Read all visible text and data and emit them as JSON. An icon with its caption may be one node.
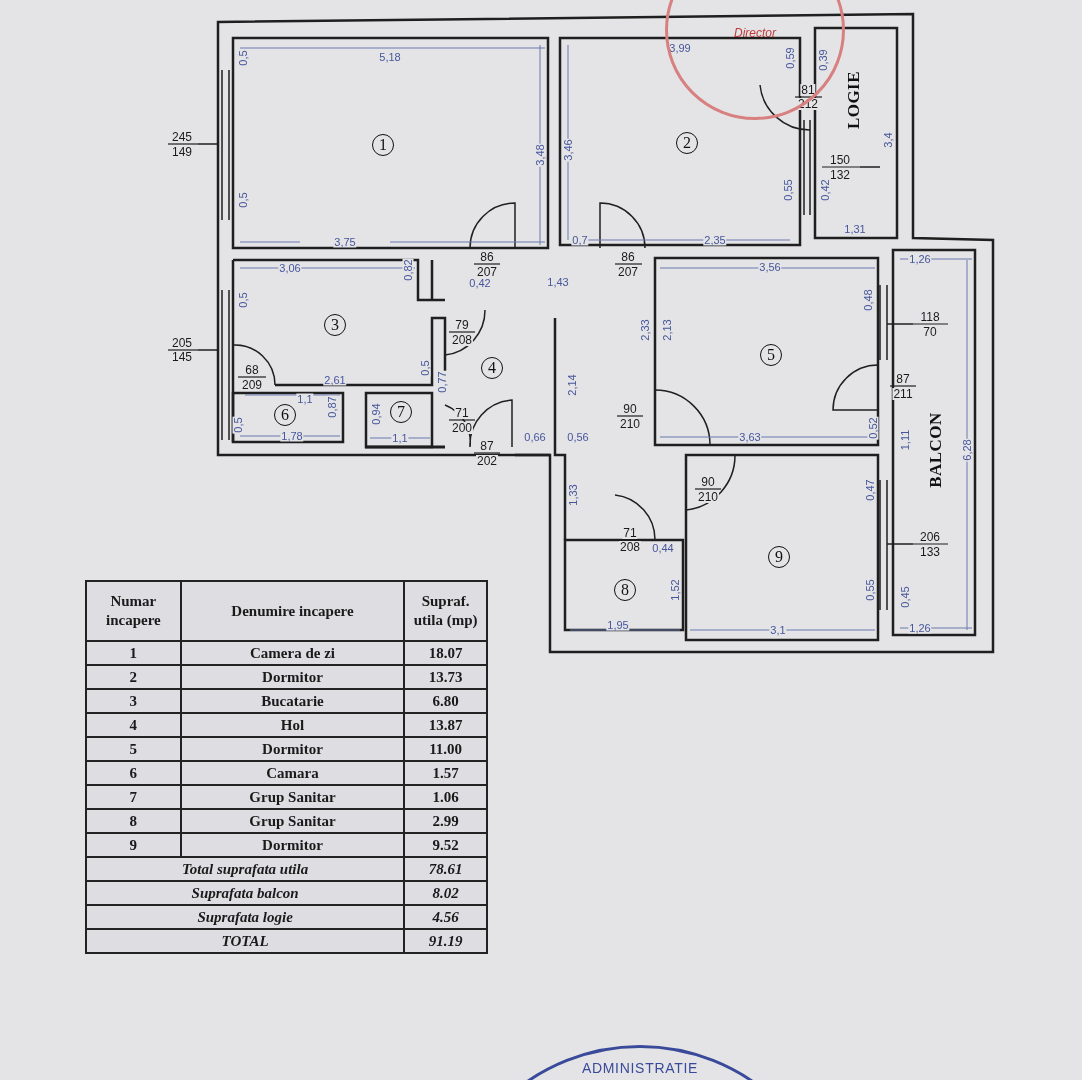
{
  "diagram": {
    "nodes": [
      {
        "text": [
          "1"
        ]
      },
      {
        "text": [
          "2"
        ]
      },
      {
        "text": [
          "3"
        ]
      },
      {
        "text": [
          "4"
        ]
      },
      {
        "text": [
          "5"
        ]
      },
      {
        "text": [
          "6"
        ]
      },
      {
        "text": [
          "7"
        ]
      },
      {
        "text": [
          "8"
        ]
      },
      {
        "text": [
          "9"
        ]
      },
      {
        "text": [
          "Director"
        ]
      },
      {
        "text": [
          "ADMINISTRATIE"
        ]
      }
    ],
    "labels": [
      "245",
      "149",
      "0,5",
      "5,18",
      "3,48",
      "0,5",
      "3,75",
      "3,99",
      "3,46",
      "0,59",
      "0,39",
      "81",
      "212",
      "LOGIE",
      "3,4",
      "150",
      "132",
      "0,55",
      "0,42",
      "1,31",
      "0,7",
      "2,35",
      "86",
      "207",
      "86",
      "207",
      "1,43",
      "3,06",
      "0,82",
      "0,5",
      "0,42",
      "79",
      "208",
      "2,61",
      "0,5",
      "0,77",
      "68",
      "209",
      "1,1",
      "0,87",
      "0,5",
      "1,78",
      "0,94",
      "1,1",
      "71",
      "200",
      "87",
      "202",
      "0,66",
      "0,56",
      "205",
      "145",
      "2,14",
      "2,33",
      "2,13",
      "3,56",
      "1,26",
      "0,48",
      "118",
      "70",
      "87",
      "211",
      "90",
      "210",
      "3,63",
      "0,52",
      "1,11",
      "BALCON",
      "6,28",
      "1,33",
      "90",
      "210",
      "0,47",
      "71",
      "208",
      "0,44",
      "206",
      "133",
      "1,52",
      "0,55",
      "0,45",
      "1,95",
      "3,1",
      "1,26",
      "Numar incapere",
      "Denumire incapere",
      "Supraf. utila (mp)",
      "1",
      "Camera de zi",
      "18.07",
      "2",
      "Dormitor",
      "13.73",
      "3",
      "Bucatarie",
      "6.80",
      "4",
      "Hol",
      "13.87",
      "5",
      "Dormitor",
      "11.00",
      "6",
      "Camara",
      "1.57",
      "7",
      "Grup Sanitar",
      "1.06",
      "8",
      "Grup Sanitar",
      "2.99",
      "9",
      "Dormitor",
      "9.52",
      "Total suprafata utila",
      "78.61",
      "Suprafata balcon",
      "8.02",
      "Suprafata logie",
      "4.56",
      "TOTAL",
      "91.19"
    ]
  }
}
